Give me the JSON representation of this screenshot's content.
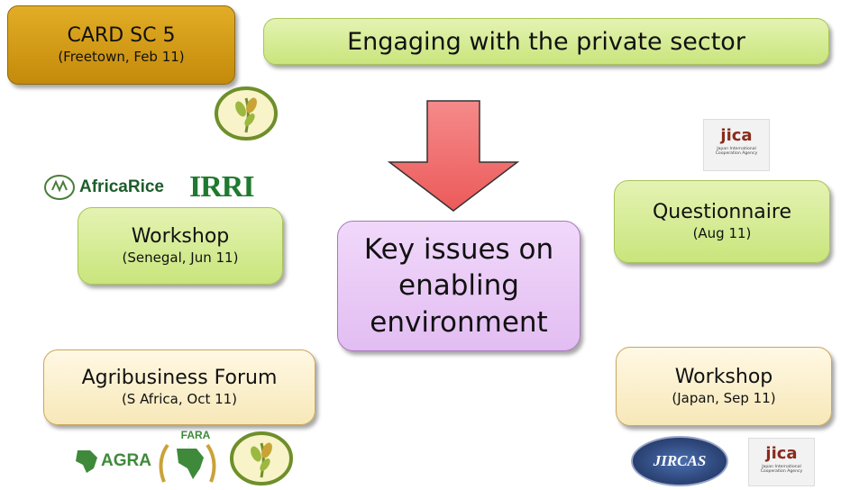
{
  "top": {
    "card_title": "CARD SC 5",
    "card_sub": "(Freetown, Feb 11)",
    "banner": "Engaging with the private sector"
  },
  "center": {
    "line1": "Key issues on",
    "line2": "enabling",
    "line3": "environment"
  },
  "boxes": {
    "workshop_senegal": {
      "title": "Workshop",
      "sub": "(Senegal, Jun 11)"
    },
    "questionnaire": {
      "title": "Questionnaire",
      "sub": "(Aug 11)"
    },
    "agribusiness": {
      "title": "Agribusiness Forum",
      "sub": "(S Africa, Oct 11)"
    },
    "workshop_japan": {
      "title": "Workshop",
      "sub": "(Japan, Sep 11)"
    }
  },
  "logos": {
    "africarice": "AfricaRice",
    "irri": "IRRI",
    "jica": "jica",
    "jica_sub": "Japan International Cooperation Agency",
    "agra": "AGRA",
    "fara": "FARA",
    "jircas": "JIRCAS"
  },
  "colors": {
    "green_box": "#c9e57c",
    "cream_box": "#f7e8b8",
    "gold_box": "#d49c18",
    "purple_box": "#e2bdf2",
    "arrow": "#f26b6b"
  }
}
